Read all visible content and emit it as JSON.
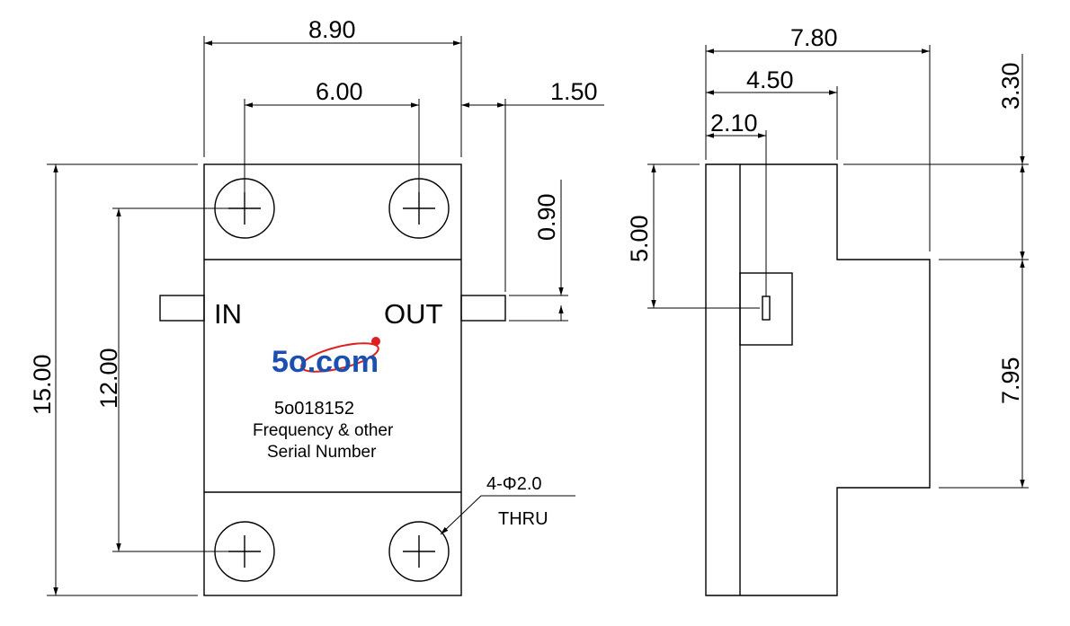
{
  "front_view": {
    "dimensions": {
      "width": "8.90",
      "hole_spacing": "6.00",
      "pin_length": "1.50",
      "pin_height": "0.90",
      "height": "15.00",
      "vertical_hole_spacing": "12.00"
    },
    "ports": {
      "input": "IN",
      "output": "OUT"
    },
    "label": {
      "part_number": "5o018152",
      "line2": "Frequency & other",
      "line3": "Serial Number"
    },
    "hole_note": {
      "spec": "4-Φ2.0",
      "type": "THRU"
    }
  },
  "logo": {
    "digit": "5",
    "text": "o.com",
    "color": "#1b4fb0",
    "dot_color": "#e02020"
  },
  "side_view": {
    "dimensions": {
      "overall_depth": "7.80",
      "step_depth": "4.50",
      "pin_offset": "2.10",
      "top_step_height": "3.30",
      "pin_center_height": "5.00",
      "middle_height": "7.95"
    }
  }
}
